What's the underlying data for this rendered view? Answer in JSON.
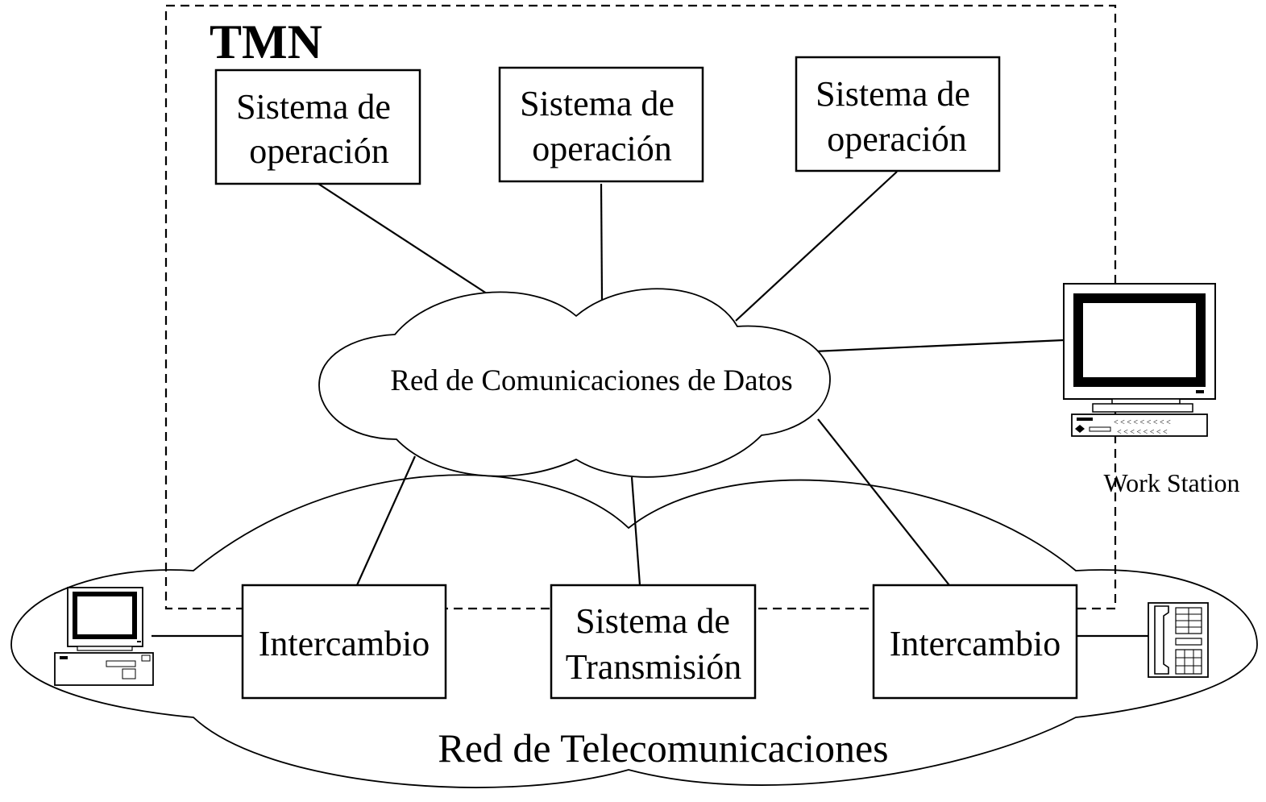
{
  "diagram": {
    "title": "TMN",
    "operation_systems": [
      {
        "line1": "Sistema de",
        "line2": "operación"
      },
      {
        "line1": "Sistema de",
        "line2": "operación"
      },
      {
        "line1": "Sistema de",
        "line2": "operación"
      }
    ],
    "dcn_label": "Red de Comunicaciones de Datos",
    "workstation_label": "Work Station",
    "network_elements": {
      "left": "Intercambio",
      "center_line1": "Sistema de",
      "center_line2": "Transmisión",
      "right": "Intercambio"
    },
    "telecom_network_label": "Red de Telecomunicaciones",
    "icons": [
      "workstation-icon",
      "desktop-computer-icon",
      "telephone-icon"
    ]
  }
}
